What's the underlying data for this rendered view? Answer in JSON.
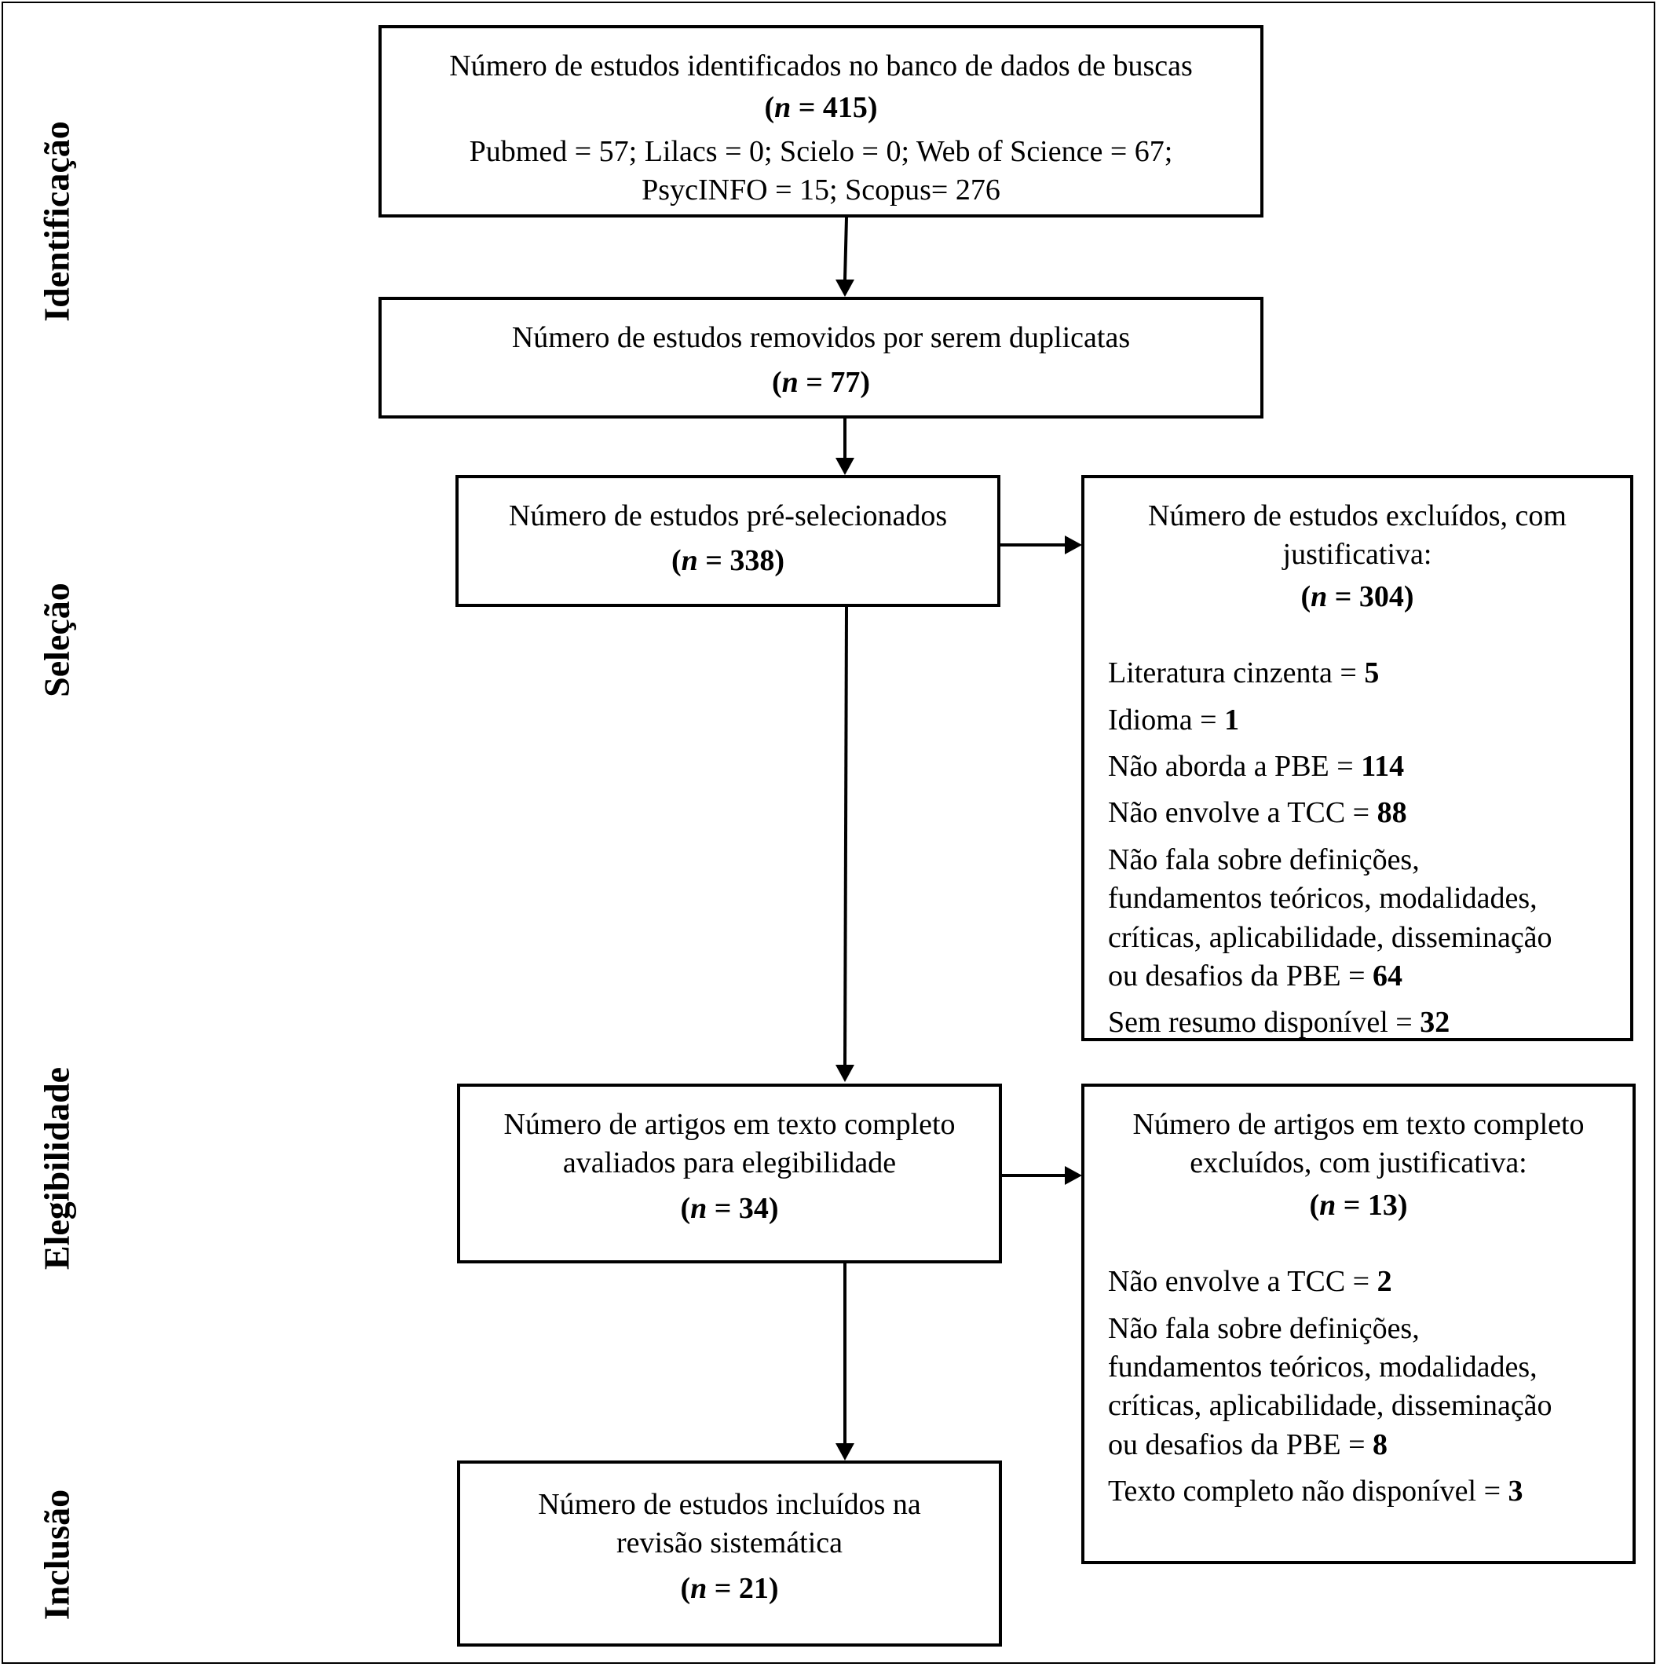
{
  "stages": {
    "identificacao": "Identificação",
    "selecao": "Seleção",
    "elegibilidade": "Elegibilidade",
    "inclusao": "Inclusão"
  },
  "box_identified": {
    "title": "Número de estudos identificados no banco de dados de buscas",
    "n_label": "n",
    "n_value": " = 415",
    "sources_line1": "Pubmed = 57; Lilacs = 0; Scielo = 0; Web of Science = 67;",
    "sources_line2": "PsycINFO = 15; Scopus= 276"
  },
  "box_duplicates": {
    "title": "Número de estudos removidos por serem duplicatas",
    "n_label": "n",
    "n_value": " = 77"
  },
  "box_preselected": {
    "title": "Número de estudos pré-selecionados",
    "n_label": "n",
    "n_value": " = 338"
  },
  "box_excluded_screening": {
    "title_line1": "Número de estudos excluídos, com",
    "title_line2": "justificativa:",
    "n_label": "n",
    "n_value": " = 304",
    "reasons": [
      {
        "label_lines": [
          "Literatura cinzenta = "
        ],
        "value": "5"
      },
      {
        "label_lines": [
          "Idioma = "
        ],
        "value": "1"
      },
      {
        "label_lines": [
          "Não aborda a PBE = "
        ],
        "value": "114"
      },
      {
        "label_lines": [
          "Não envolve a TCC = "
        ],
        "value": "88"
      },
      {
        "label_lines": [
          "Não fala sobre definições,",
          "fundamentos teóricos, modalidades,",
          "críticas, aplicabilidade, disseminação",
          "ou desafios da PBE = "
        ],
        "value": "64"
      },
      {
        "label_lines": [
          "Sem resumo disponível = "
        ],
        "value": "32"
      }
    ]
  },
  "box_fulltext": {
    "title_line1": "Número de artigos em texto completo",
    "title_line2": "avaliados para elegibilidade",
    "n_label": "n",
    "n_value": " = 34"
  },
  "box_excluded_fulltext": {
    "title_line1": "Número de artigos em texto completo",
    "title_line2": "excluídos, com justificativa:",
    "n_label": "n",
    "n_value": " = 13",
    "reasons": [
      {
        "label_lines": [
          "Não envolve a TCC = "
        ],
        "value": "2"
      },
      {
        "label_lines": [
          "Não fala sobre definições,",
          "fundamentos teóricos, modalidades,",
          "críticas, aplicabilidade, disseminação",
          "ou desafios da PBE = "
        ],
        "value": "8"
      },
      {
        "label_lines": [
          "Texto completo não disponível = "
        ],
        "value": "3"
      }
    ]
  },
  "box_included": {
    "title_line1": "Número de estudos incluídos na",
    "title_line2": "revisão sistemática",
    "n_label": "n",
    "n_value": " = 21"
  }
}
